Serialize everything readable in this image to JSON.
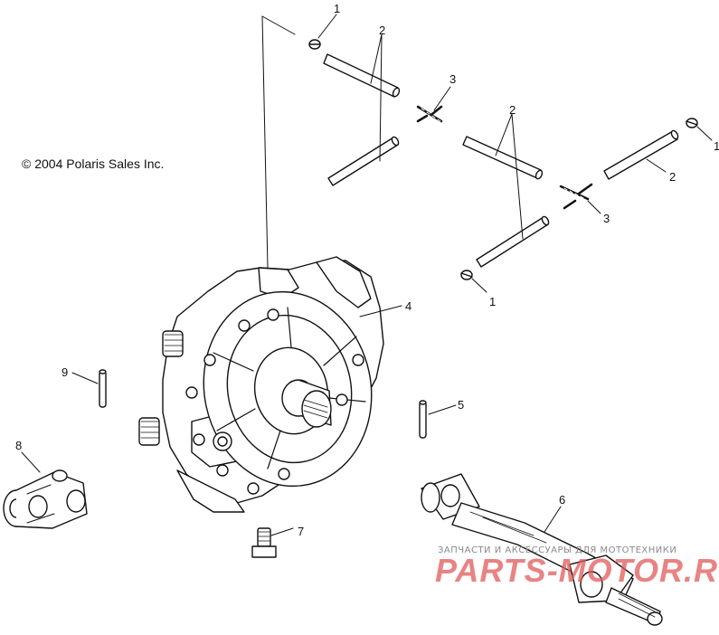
{
  "copyright": "© 2004 Polaris Sales Inc.",
  "callouts": {
    "c1a": "1",
    "c1b": "1",
    "c1c": "1",
    "c2a": "2",
    "c2b": "2",
    "c2c": "2",
    "c3a": "3",
    "c3b": "3",
    "c4": "4",
    "c5": "5",
    "c6": "6",
    "c7": "7",
    "c8": "8",
    "c9": "9"
  },
  "watermark": {
    "tagline": "ЗАПЧАСТИ И АКСЕССУАРЫ ДЛЯ МОТОТЕХНИКИ",
    "brand": "PARTS-MOTOR.RU",
    "color": "#e25a5a"
  }
}
